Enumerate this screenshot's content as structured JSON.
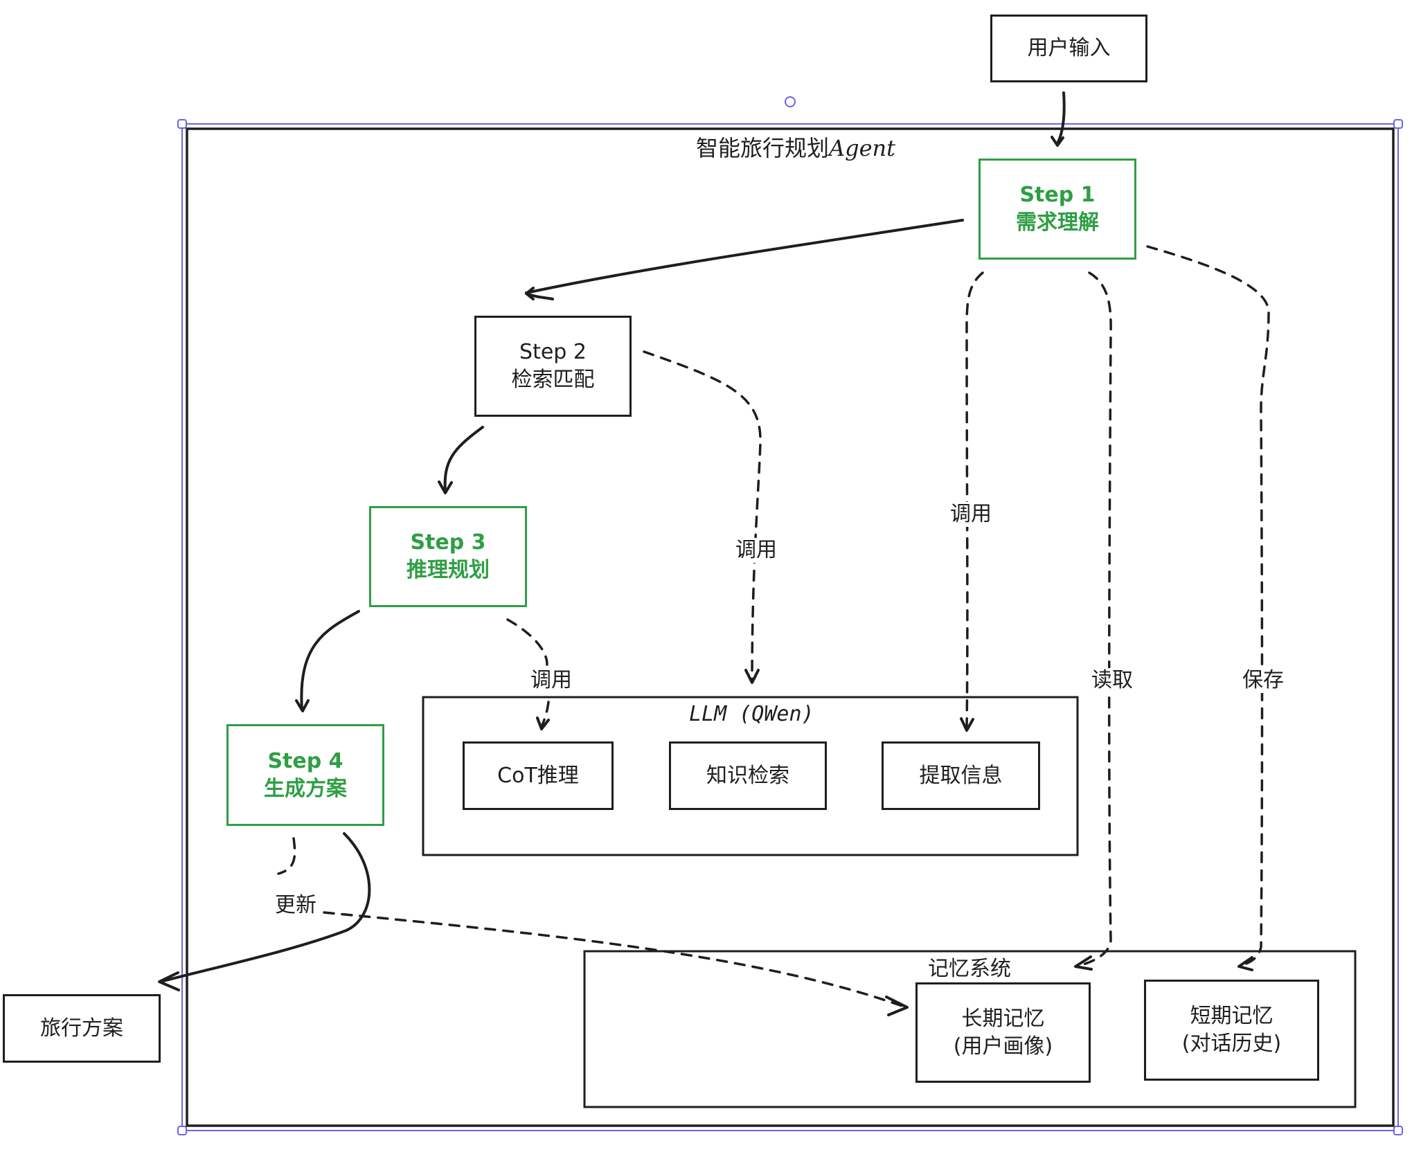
{
  "input_node": {
    "label": "用户输入"
  },
  "output_node": {
    "label": "旅行方案"
  },
  "agent_frame": {
    "title_cn": "智能旅行规划",
    "title_en": "Agent"
  },
  "steps": [
    {
      "id": "step1",
      "line1": "Step 1",
      "line2": "需求理解",
      "color": "#2f9e44"
    },
    {
      "id": "step2",
      "line1": "Step 2",
      "line2": "检索匹配",
      "color": "#1e1e1e"
    },
    {
      "id": "step3",
      "line1": "Step 3",
      "line2": "推理规划",
      "color": "#2f9e44"
    },
    {
      "id": "step4",
      "line1": "Step 4",
      "line2": "生成方案",
      "color": "#2f9e44"
    }
  ],
  "llm": {
    "title": "LLM (QWen)",
    "modules": [
      "CoT推理",
      "知识检索",
      "提取信息"
    ]
  },
  "memory": {
    "title": "记忆系统",
    "modules": [
      {
        "line1": "长期记忆",
        "line2": "(用户画像)"
      },
      {
        "line1": "短期记忆",
        "line2": "(对话历史)"
      }
    ]
  },
  "edge_labels": {
    "step2_to_llm": "调用",
    "step1_to_extract": "调用",
    "step3_to_cot": "调用",
    "step1_read_memory": "读取",
    "step1_save_memory": "保存",
    "step4_update_memory": "更新"
  },
  "colors": {
    "stroke": "#1e1e1e",
    "green": "#2f9e44",
    "selection": "#6965db"
  }
}
